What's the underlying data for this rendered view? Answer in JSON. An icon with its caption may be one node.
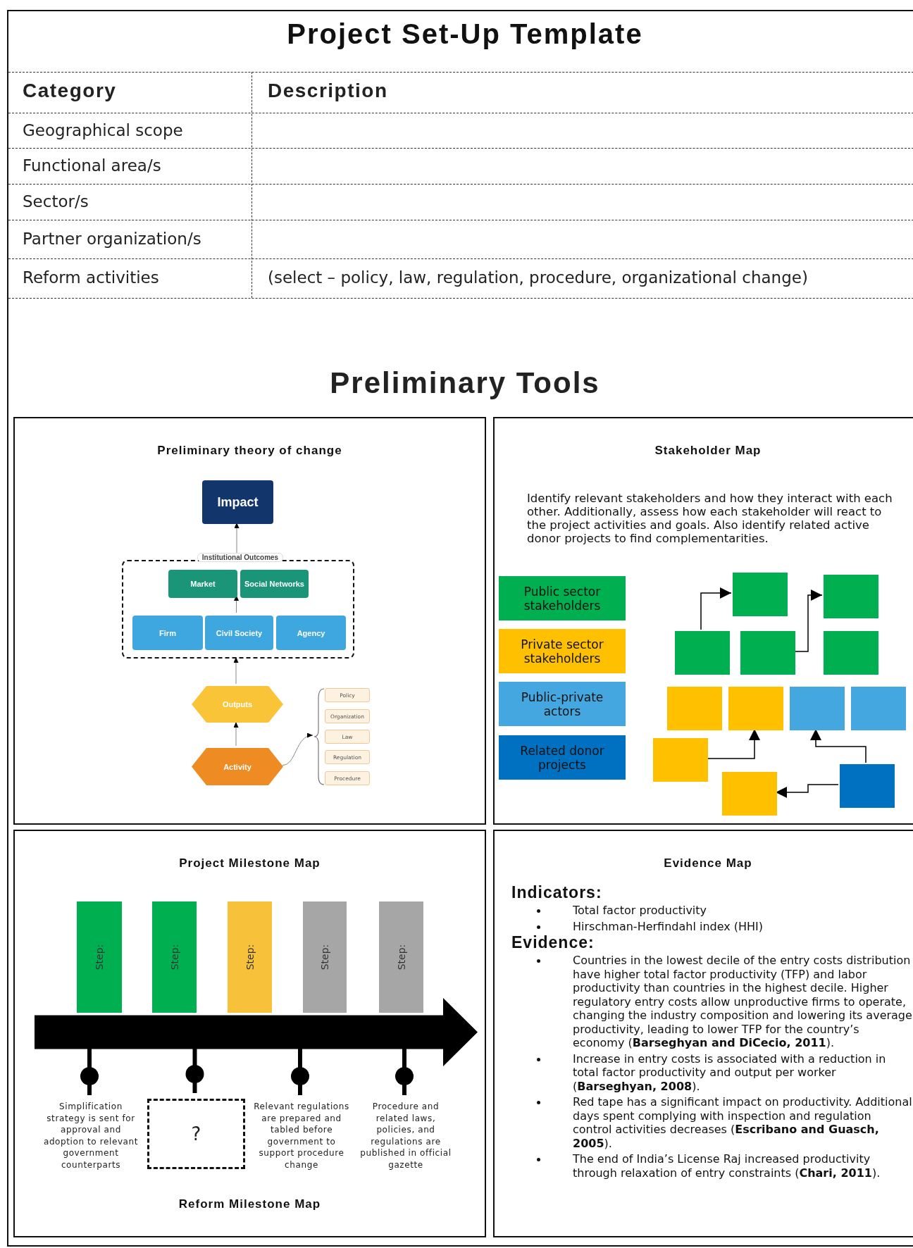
{
  "diagram": {
    "title": "Project Set-Up Template",
    "nodes": [
      {
        "text": [
          "Preliminary theory of change"
        ]
      },
      {
        "text": [
          "Impact"
        ],
        "in": 0
      },
      {
        "text": [
          "Institutional Outcomes"
        ],
        "in": 0
      },
      {
        "text": [
          "Market"
        ],
        "in": 2
      },
      {
        "text": [
          "Social Networks"
        ],
        "in": 2
      },
      {
        "text": [
          "Firm"
        ],
        "in": 2
      },
      {
        "text": [
          "Civil Society"
        ],
        "in": 2
      },
      {
        "text": [
          "Agency"
        ],
        "in": 2
      },
      {
        "text": [
          "Outputs"
        ],
        "in": 0
      },
      {
        "text": [
          "Activity"
        ],
        "in": 0
      },
      {
        "text": [
          "Policy"
        ],
        "in": 0
      },
      {
        "text": [
          "Organization"
        ],
        "in": 0
      },
      {
        "text": [
          "Law"
        ],
        "in": 0
      },
      {
        "text": [
          "Regulation"
        ],
        "in": 0
      },
      {
        "text": [
          "Procedure"
        ],
        "in": 0
      },
      {
        "text": [
          "Stakeholder Map",
          "Identify relevant stakeholders and how they interact with each other. Additionally, assess how each stakeholder will react to the project activities and goals. Also identify related active donor projects to find complementarities."
        ]
      },
      {
        "text": [],
        "shape": "box",
        "in": 15
      },
      {
        "text": [],
        "shape": "box",
        "in": 15
      },
      {
        "text": [],
        "shape": "box",
        "in": 15
      },
      {
        "text": [],
        "shape": "box",
        "in": 15
      },
      {
        "text": [],
        "shape": "box",
        "in": 15
      },
      {
        "text": [],
        "shape": "box",
        "in": 15
      },
      {
        "text": [],
        "shape": "box",
        "in": 15
      },
      {
        "text": [],
        "shape": "box",
        "in": 15
      },
      {
        "text": [],
        "shape": "box",
        "in": 15
      },
      {
        "text": [],
        "shape": "box",
        "in": 15
      },
      {
        "text": [],
        "shape": "box",
        "in": 15
      },
      {
        "text": [],
        "shape": "box",
        "in": 15
      },
      {
        "text": [
          "Project Milestone Map",
          "Reform Milestone Map"
        ]
      },
      {
        "text": [
          "Step:"
        ],
        "in": 28
      },
      {
        "text": [
          "Step:"
        ],
        "in": 28
      },
      {
        "text": [
          "Step:"
        ],
        "in": 28
      },
      {
        "text": [
          "Step:"
        ],
        "in": 28
      },
      {
        "text": [
          "Step:"
        ],
        "in": 28
      },
      {
        "text": [
          "?"
        ],
        "in": 28
      },
      {
        "text": [
          "Evidence Map",
          "Indicators:",
          "Total factor productivity",
          "Hirschman-Herfindahl index (HHI)",
          "Evidence:",
          "Countries in the lowest decile of the entry costs distribution have higher total factor productivity (TFP) and labor productivity than countries in the highest decile. Higher regulatory entry costs allow unproductive firms to operate, changing the industry composition and lowering its average productivity, leading to lower TFP for the country’s economy (**Barseghyan and DiCecio, 2011**).",
          "Increase in entry costs is associated with a reduction in total factor productivity and output per worker (**Barseghyan, 2008**).",
          "Red tape has a significant impact on productivity. Additional days spent complying with inspection and regulation control activities decreases (**Escribano and Guasch, 2005**).",
          "The end of India’s License Raj increased productivity through relaxation of entry constraints (**Chari, 2011**)."
        ]
      },
      {
        "text": [],
        "shape": "bracket",
        "in": 0
      },
      {
        "text": [],
        "shape": "arrow",
        "in": 28
      },
      {
        "text": [
          "Simplification strategy is sent for approval and adoption to relevant government counterparts"
        ],
        "in": 28
      },
      {
        "text": [
          "Relevant regulations are prepared and tabled before government to support procedure change"
        ],
        "in": 28
      },
      {
        "text": [
          "Procedure and related laws, policies, and regulations are published in official gazette"
        ],
        "in": 28
      }
    ],
    "edges": [
      {
        "from": 2,
        "to": 1,
        "arrow": "to",
        "color": "#888888"
      },
      {
        "from": 6,
        "to": 3,
        "arrow": "to",
        "color": "#888888"
      },
      {
        "from": 8,
        "to": 2,
        "arrow": "to",
        "color": "#888888"
      },
      {
        "from": 9,
        "to": 8,
        "arrow": "to",
        "color": "#888888"
      },
      {
        "from": 9,
        "to": 36,
        "arrow": "to",
        "color": "#888888"
      },
      {
        "from": 18,
        "to": 16,
        "arrow": "to",
        "color": "#000000"
      },
      {
        "from": 19,
        "to": 17,
        "arrow": "to",
        "color": "#000000"
      },
      {
        "from": 25,
        "to": 22,
        "arrow": "to",
        "color": "#000000"
      },
      {
        "from": 26,
        "to": 23,
        "arrow": "to",
        "color": "#000000"
      },
      {
        "from": 26,
        "to": 27,
        "arrow": "to",
        "color": "#000000"
      },
      {
        "from": 37,
        "to": 38,
        "arrow": "other",
        "color": "#000000",
        "style": "thick"
      },
      {
        "from": 37,
        "to": 34,
        "arrow": "other",
        "color": "#000000",
        "style": "thick"
      },
      {
        "from": 37,
        "to": 39,
        "arrow": "other",
        "color": "#000000",
        "style": "thick"
      },
      {
        "from": 37,
        "to": 40,
        "arrow": "other",
        "color": "#000000",
        "style": "thick"
      }
    ],
    "labels": [
      "Category",
      "Description",
      "Geographical scope",
      "Functional area/s",
      "Sector/s",
      "Partner organization/s",
      "Reform activities",
      "(select – policy, law, regulation, procedure, organizational change)",
      "Preliminary Tools"
    ],
    "legend": [
      {
        "text": "Public sector stakeholders",
        "color": "#00b050"
      },
      {
        "text": "Private sector stakeholders",
        "color": "#ffc000"
      },
      {
        "text": "Public-private actors",
        "color": "#45a7e0"
      },
      {
        "text": "Related donor projects",
        "color": "#0070c0"
      }
    ]
  }
}
